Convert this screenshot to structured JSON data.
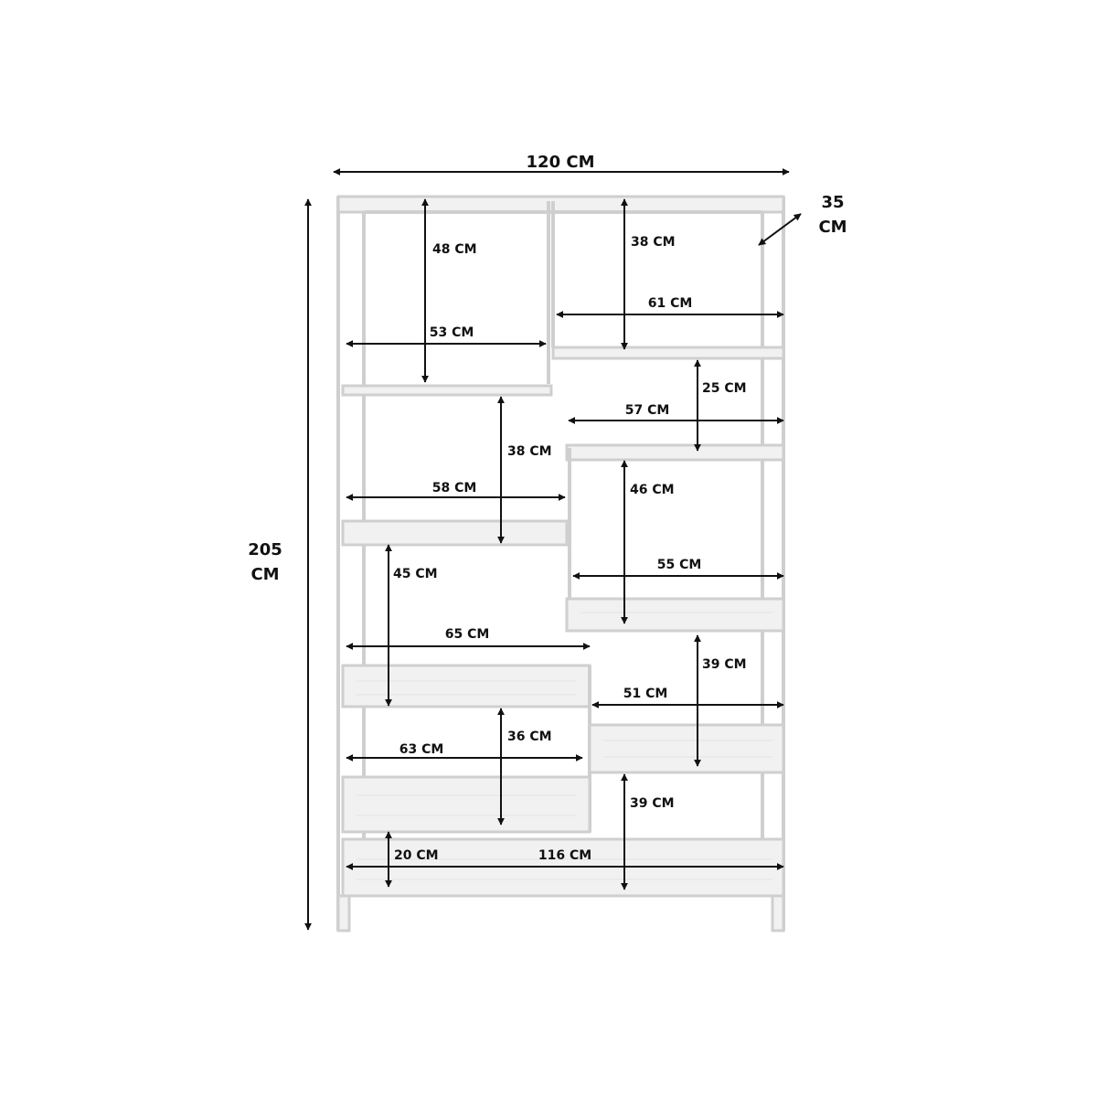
{
  "overall": {
    "width": "120 CM",
    "height_value": "205",
    "height_unit": "CM",
    "depth_value": "35",
    "depth_unit": "CM"
  },
  "dimensions": {
    "d48": "48 CM",
    "d53": "53 CM",
    "d38_top": "38 CM",
    "d61": "61 CM",
    "d25": "25 CM",
    "d57": "57 CM",
    "d38_left": "38 CM",
    "d58": "58 CM",
    "d46": "46 CM",
    "d55": "55 CM",
    "d45": "45 CM",
    "d65": "65 CM",
    "d39_mid": "39 CM",
    "d51": "51 CM",
    "d36": "36 CM",
    "d63": "63 CM",
    "d39_low": "39 CM",
    "d20": "20 CM",
    "d116": "116 CM"
  },
  "colors": {
    "frame": "#cfcfcf",
    "arrow": "#111111"
  }
}
